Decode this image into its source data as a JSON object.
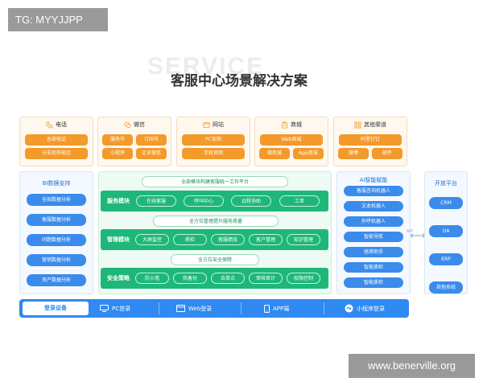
{
  "tag": "TG: MYYJJPP",
  "website": "www.benerville.org",
  "watermark": "SERVICE",
  "title": "客服中心场景解决方案",
  "channels": [
    {
      "name": "电话",
      "icon": "phone-icon",
      "rows": [
        [
          "总部电话"
        ],
        [
          "分支机构电话"
        ]
      ]
    },
    {
      "name": "微信",
      "icon": "wechat-icon",
      "rows": [
        [
          "服务号",
          "订阅号"
        ],
        [
          "小程序",
          "企业微信"
        ]
      ]
    },
    {
      "name": "网站",
      "icon": "website-icon",
      "rows": [
        [
          "PC官网"
        ],
        [
          "手机官网"
        ]
      ]
    },
    {
      "name": "商城",
      "icon": "store-icon",
      "rows": [
        [
          "Web商城"
        ],
        [
          "微商城",
          "App商城"
        ]
      ]
    },
    {
      "name": "其他渠道",
      "icon": "grid-icon",
      "rows": [
        [
          "阿里钉钉"
        ],
        [
          "微博",
          "邮件"
        ]
      ]
    }
  ],
  "bi": {
    "title": "BI数据支持",
    "items": [
      "全局数据分析",
      "客服数据分析",
      "问题数据分析",
      "营销数据分析",
      "资产数据分析"
    ]
  },
  "center": {
    "rows": [
      {
        "label": "全部模块构建客服统一工作平台",
        "title": "服务模块",
        "items": [
          "在线客服",
          "呼叫中心",
          "远程协助",
          "工单"
        ]
      },
      {
        "label": "全方位管理提升服务质量",
        "title": "管理模块",
        "items": [
          "大屏监控",
          "质检",
          "客服绩效",
          "客户管理",
          "知识管理"
        ]
      },
      {
        "label": "全方位安全保障",
        "title": "安全策略",
        "items": [
          "防火墙",
          "热备份",
          "去单点",
          "审核审计",
          "权限控制"
        ]
      }
    ]
  },
  "ai": {
    "title": "AI智能赋能",
    "items": [
      "客服咨询机器人",
      "文本机器人",
      "外呼机器人",
      "智能导航",
      "座席助手",
      "智能质检",
      "智能质检"
    ]
  },
  "api_label": "API",
  "open": {
    "title": "开放平台",
    "items": [
      "CRM",
      "OA",
      "ERP",
      "其他系统"
    ]
  },
  "bottom": {
    "login": "登录设备",
    "items": [
      {
        "label": "PC登录",
        "icon": "monitor-icon"
      },
      {
        "label": "Web登录",
        "icon": "browser-icon"
      },
      {
        "label": "APP端",
        "icon": "app-icon"
      },
      {
        "label": "小程序登录",
        "icon": "mini-program-icon"
      }
    ]
  },
  "colors": {
    "orange": "#f39a2b",
    "blue": "#3b8beb",
    "green": "#1eb77a",
    "bar": "#2f8af2"
  }
}
